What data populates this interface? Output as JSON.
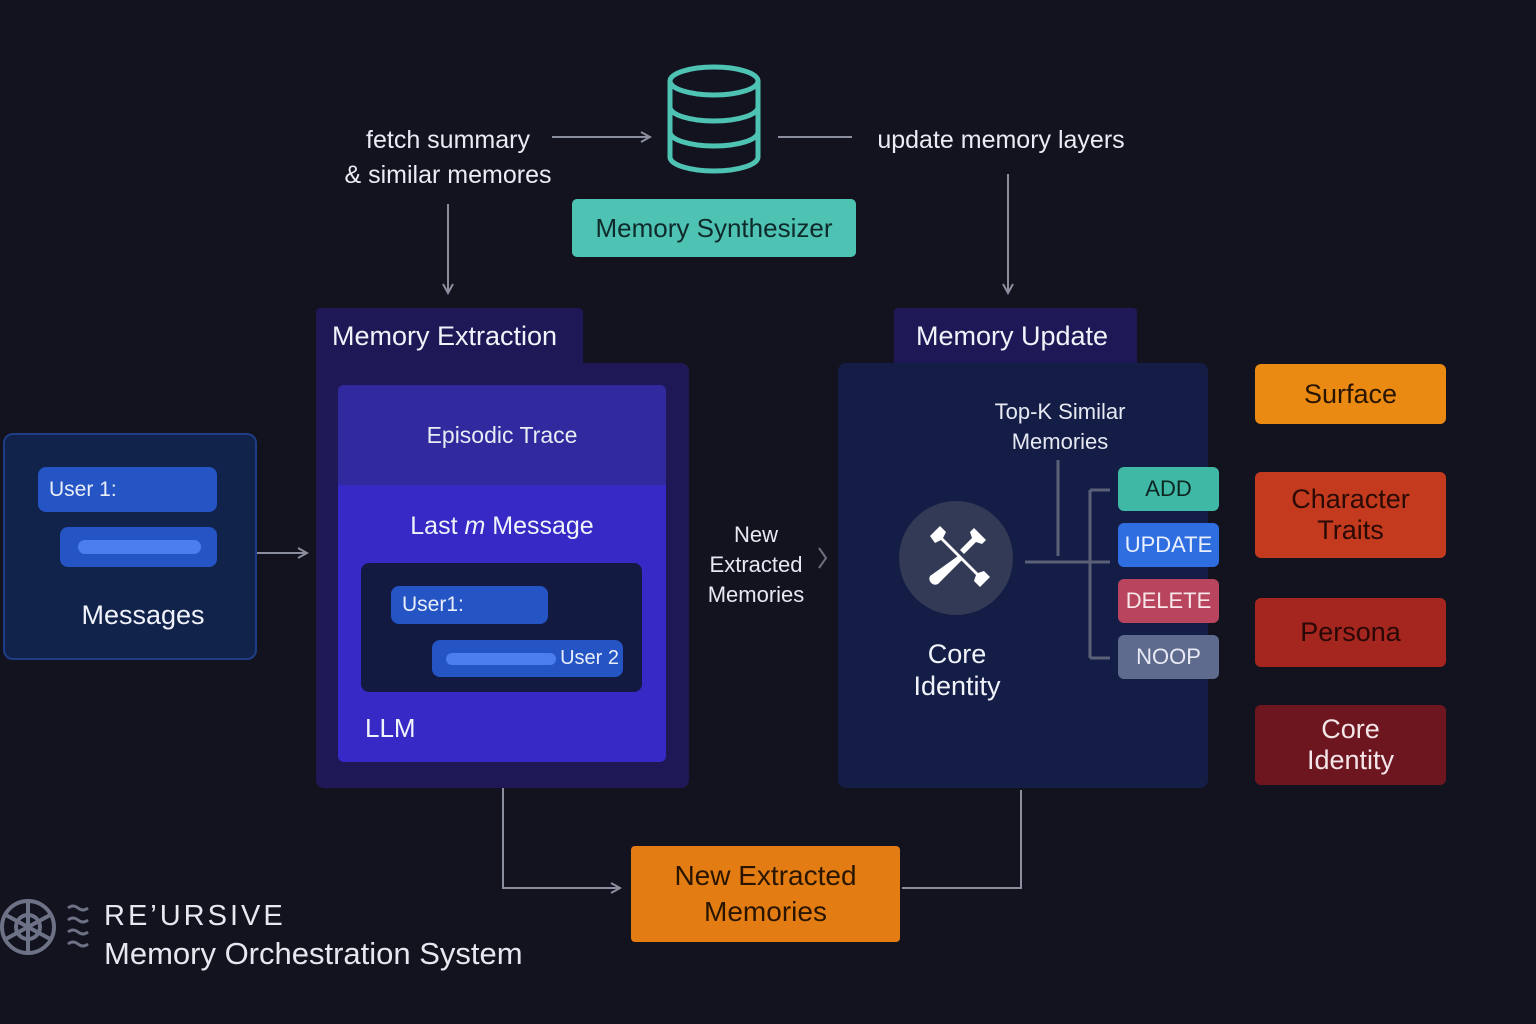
{
  "top": {
    "fetch_line1": "fetch summary",
    "fetch_line2": "& similar memores",
    "update_layers": "update memory layers",
    "synthesizer": "Memory Synthesizer"
  },
  "messages": {
    "user_chip": "User 1:",
    "title": "Messages"
  },
  "extraction": {
    "tab": "Memory Extraction",
    "episodic": "Episodic Trace",
    "last_prefix": "Last",
    "last_var": "m",
    "last_suffix": "Message",
    "chat_user1": "User1:",
    "chat_user2": "User 2",
    "llm": "LLM"
  },
  "flow": {
    "new_line1": "New",
    "new_line2": "Extracted",
    "new_line3": "Memories"
  },
  "update": {
    "tab": "Memory Update",
    "topk_line1": "Top-K Similar",
    "topk_line2": "Memories",
    "core_line1": "Core",
    "core_line2": "Identity",
    "ops": [
      {
        "label": "ADD",
        "color": "#3fb8a6",
        "text": "#0c2622"
      },
      {
        "label": "UPDATE",
        "color": "#2f6ee0",
        "text": "#eaf0ff"
      },
      {
        "label": "DELETE",
        "color": "#b8455d",
        "text": "#f7e6ea"
      },
      {
        "label": "NOOP",
        "color": "#5e6a8e",
        "text": "#e8ebf3"
      }
    ]
  },
  "layers": [
    {
      "line1": "Surface",
      "line2": "",
      "color": "#ea8a13",
      "text": "#2a1500"
    },
    {
      "line1": "Character",
      "line2": "Traits",
      "color": "#c33a1e",
      "text": "#2a0a04"
    },
    {
      "line1": "Persona",
      "line2": "",
      "color": "#a4261f",
      "text": "#2a0806"
    },
    {
      "line1": "Core",
      "line2": "Identity",
      "color": "#6e1620",
      "text": "#f4e6e8"
    }
  ],
  "new_memories": {
    "line1": "New Extracted",
    "line2": "Memories"
  },
  "brand": {
    "name": "RE’URSIVE",
    "subtitle": "Memory Orchestration System"
  }
}
